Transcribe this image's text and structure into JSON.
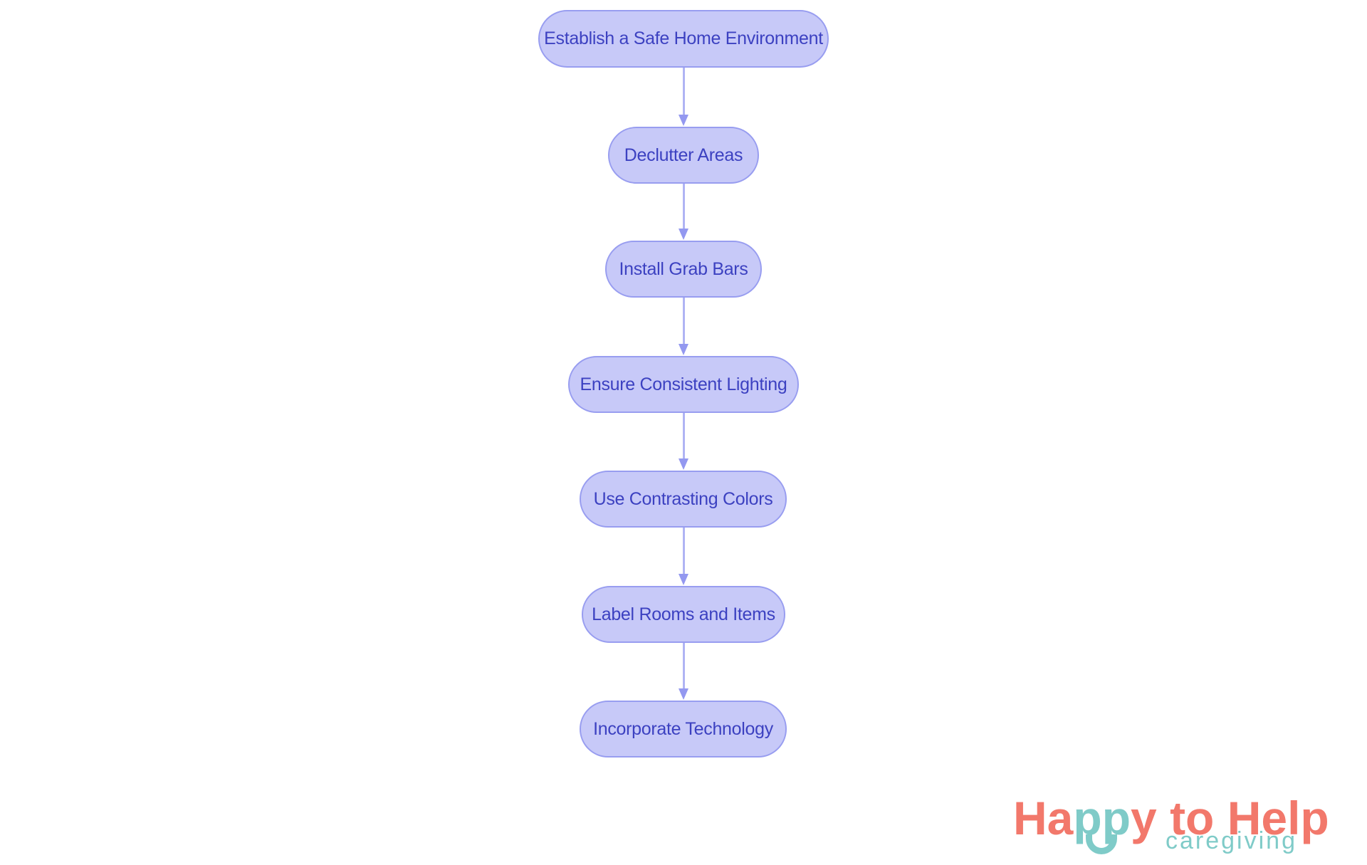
{
  "flowchart": {
    "nodes": [
      {
        "label": "Establish a Safe Home Environment"
      },
      {
        "label": "Declutter Areas"
      },
      {
        "label": "Install Grab Bars"
      },
      {
        "label": "Ensure Consistent Lighting"
      },
      {
        "label": "Use Contrasting Colors"
      },
      {
        "label": "Label Rooms and Items"
      },
      {
        "label": "Incorporate Technology"
      }
    ],
    "connections": [
      {
        "from": "Establish a Safe Home Environment",
        "to": "Declutter Areas"
      },
      {
        "from": "Declutter Areas",
        "to": "Install Grab Bars"
      },
      {
        "from": "Install Grab Bars",
        "to": "Ensure Consistent Lighting"
      },
      {
        "from": "Ensure Consistent Lighting",
        "to": "Use Contrasting Colors"
      },
      {
        "from": "Use Contrasting Colors",
        "to": "Label Rooms and Items"
      },
      {
        "from": "Label Rooms and Items",
        "to": "Incorporate Technology"
      }
    ]
  },
  "logo": {
    "wordmark_part1": "Ha",
    "wordmark_part2": "pp",
    "wordmark_part3": "y",
    "wordmark_part4": " to Help",
    "tagline": "caregiving"
  },
  "colors": {
    "background": "#ffffff",
    "node_fill": "#c7c9f8",
    "node_border": "#989df0",
    "node_text": "#3c41c1",
    "arrow_line": "#b0b4f4",
    "arrow_head": "#9398f0",
    "logo_coral": "#f2786b",
    "logo_teal": "#7fcbc8"
  }
}
